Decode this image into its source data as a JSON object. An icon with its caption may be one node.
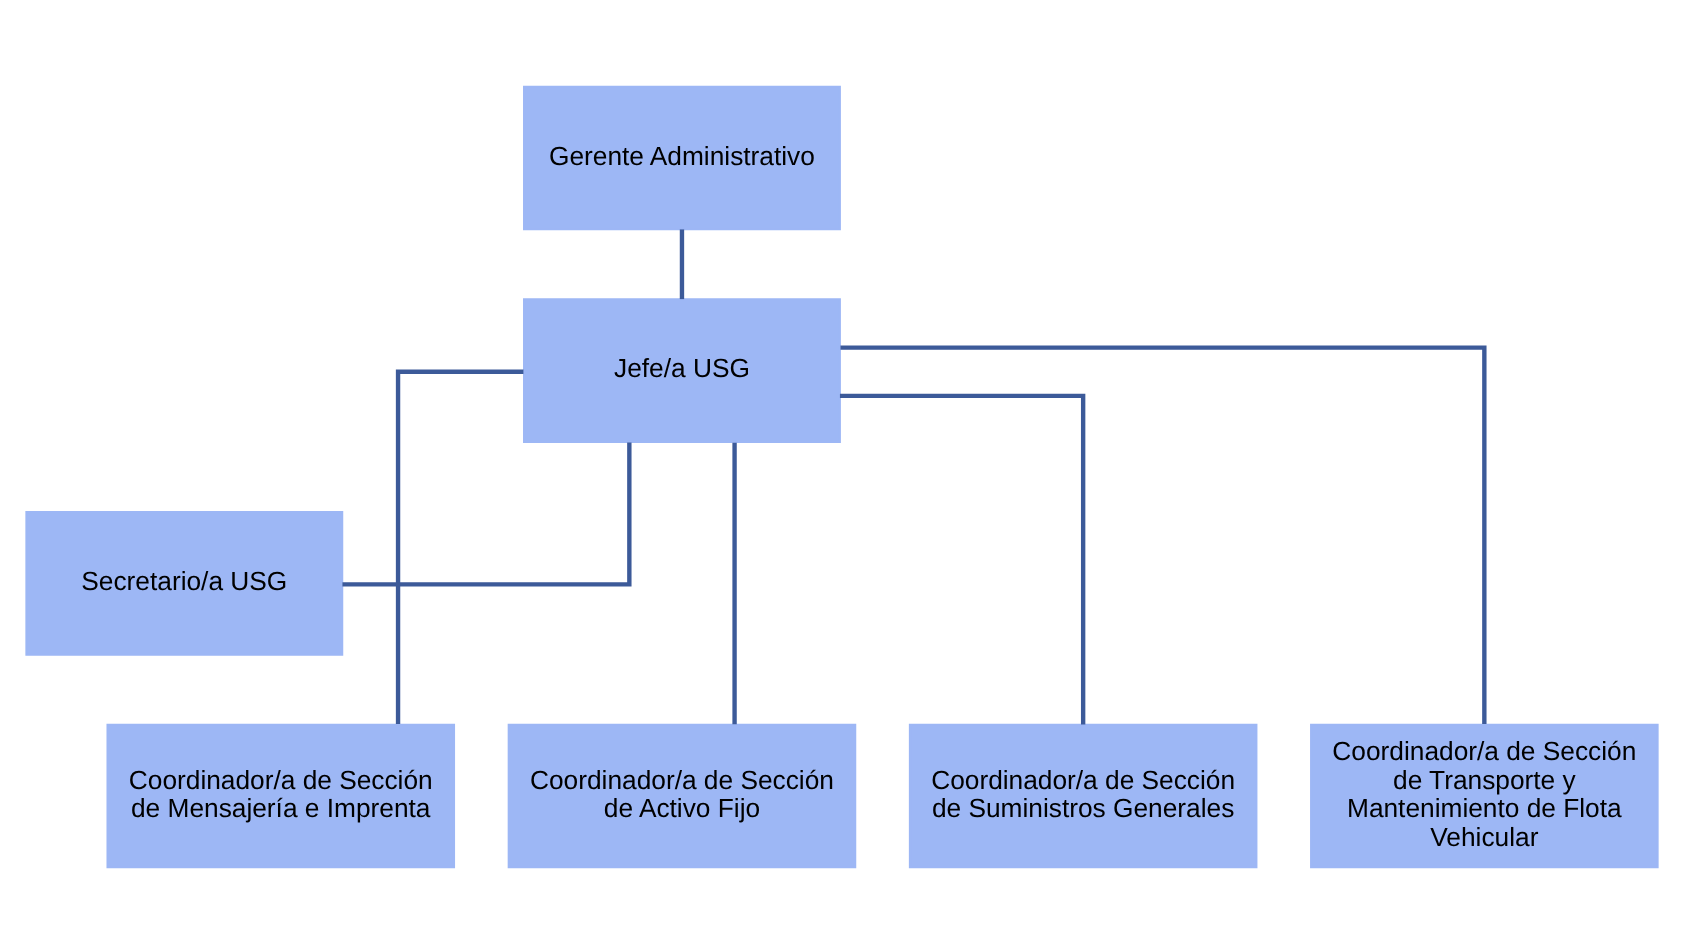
{
  "diagram": {
    "nodes": [
      {
        "text": [
          "Gerente Administrativo"
        ]
      },
      {
        "text": [
          "Jefe/a USG"
        ]
      },
      {
        "text": [
          "Secretario/a USG"
        ]
      },
      {
        "text": [
          "Coordinador/a de Sección de Mensajería e Imprenta"
        ]
      },
      {
        "text": [
          "Coordinador/a de Sección de Activo Fijo"
        ]
      },
      {
        "text": [
          "Coordinador/a de Sección de Suministros Generales"
        ]
      },
      {
        "text": [
          "Coordinador/a de Sección de Transporte y Mantenimiento de Flota Vehicular"
        ]
      }
    ],
    "edges": [
      {
        "from": 0,
        "to": 1,
        "arrow": "none"
      },
      {
        "from": 1,
        "to": 2,
        "arrow": "none"
      },
      {
        "from": 1,
        "to": 3,
        "arrow": "none"
      },
      {
        "from": 1,
        "to": 4,
        "arrow": "none"
      },
      {
        "from": 1,
        "to": 5,
        "arrow": "none"
      },
      {
        "from": 1,
        "to": 6,
        "arrow": "none"
      }
    ]
  }
}
